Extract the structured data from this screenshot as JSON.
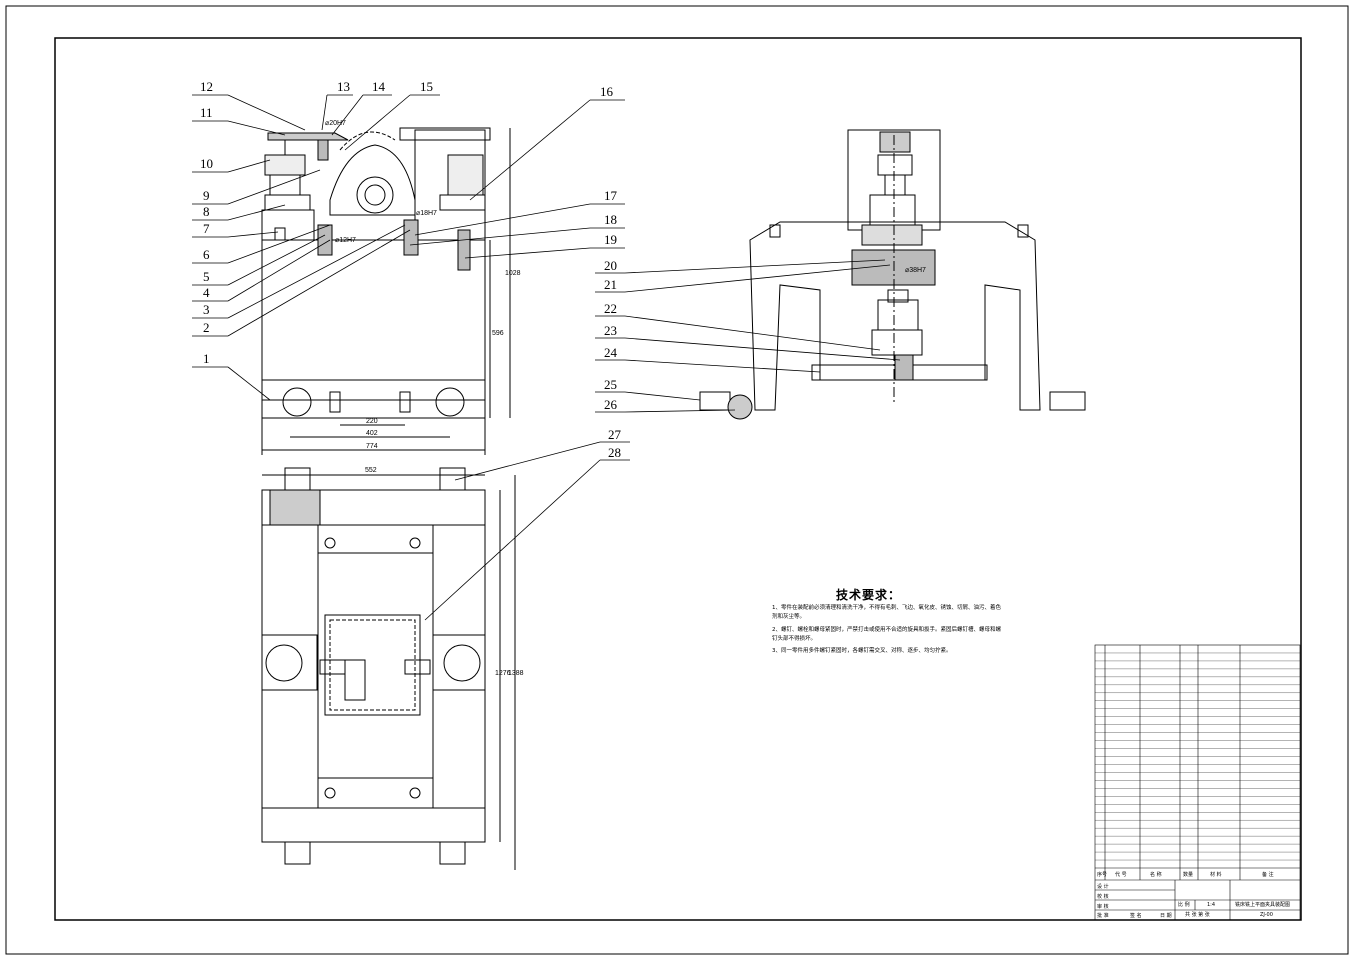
{
  "balloons": [
    {
      "n": "1"
    },
    {
      "n": "2"
    },
    {
      "n": "3"
    },
    {
      "n": "4"
    },
    {
      "n": "5"
    },
    {
      "n": "6"
    },
    {
      "n": "7"
    },
    {
      "n": "8"
    },
    {
      "n": "9"
    },
    {
      "n": "10"
    },
    {
      "n": "11"
    },
    {
      "n": "12"
    },
    {
      "n": "13"
    },
    {
      "n": "14"
    },
    {
      "n": "15"
    },
    {
      "n": "16"
    },
    {
      "n": "17"
    },
    {
      "n": "18"
    },
    {
      "n": "19"
    },
    {
      "n": "20"
    },
    {
      "n": "21"
    },
    {
      "n": "22"
    },
    {
      "n": "23"
    },
    {
      "n": "24"
    },
    {
      "n": "25"
    },
    {
      "n": "26"
    },
    {
      "n": "27"
    },
    {
      "n": "28"
    }
  ],
  "dimensions": {
    "front_220": "220",
    "front_402": "402",
    "front_774": "774",
    "front_596": "596",
    "front_1028": "1028",
    "front_phi20": "⌀20H7",
    "front_phi18": "⌀18H7",
    "front_phi12": "⌀12H7",
    "side_phi": "⌀38H7",
    "top_552": "552",
    "top_1276": "1276",
    "top_1388": "1388"
  },
  "tech_requirements": {
    "title": "技术要求：",
    "line1": "1、零件在装配前必须清理和清洗干净，不得有毛刺、飞边、氧化皮、锈蚀、切屑、油污、着色",
    "line1b": "剂和灰尘等。",
    "line2": "2、螺钉、螺栓和螺母紧固时，严禁打击或使用不合适的旋具和扳手。紧固后螺钉槽、螺母和螺",
    "line2b": "钉头部不得损坏。",
    "line3": "3、同一零件用多件螺钉紧固时，各螺钉需交叉、对称、逐步、均匀拧紧。"
  },
  "title_block": {
    "scale_label": "比 例",
    "scale": "1:4",
    "drawing_title": "铣床铣上平面夹具装配图",
    "drawing_no": "ZJ-00",
    "header_cols": [
      "序号",
      "代 号",
      "名 称",
      "数量",
      "材 料",
      "备 注"
    ],
    "sheet_info": "共 张 第 张",
    "roles": [
      "设 计",
      "校 核",
      "审 核",
      "批 准"
    ],
    "date_label": "日 期",
    "sign_label": "签 名"
  }
}
